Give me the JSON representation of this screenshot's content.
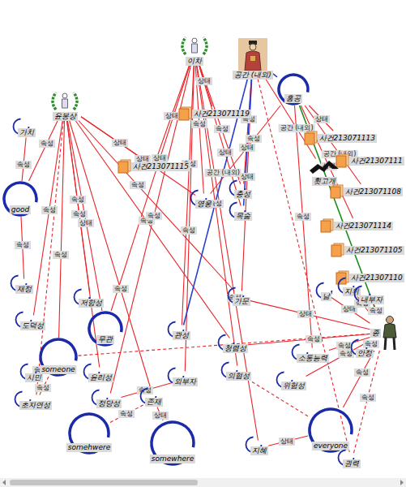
{
  "diagram": {
    "nodes": [
      {
        "text": [
          "윤봉상"
        ]
      },
      {
        "text": [
          "이차"
        ]
      },
      {
        "text": [
          "공간 (내외)"
        ]
      },
      {
        "text": [
          "홍공"
        ]
      },
      {
        "text": [
          "사건213071119"
        ]
      },
      {
        "text": [
          "사건213071115"
        ]
      },
      {
        "text": [
          "사건213071113"
        ]
      },
      {
        "text": [
          "사건21307111"
        ]
      },
      {
        "text": [
          "횟고개"
        ]
      },
      {
        "text": [
          "사건213071108"
        ]
      },
      {
        "text": [
          "사건213071114"
        ]
      },
      {
        "text": [
          "사건213071105"
        ]
      },
      {
        "text": [
          "사건21307110"
        ]
      },
      {
        "text": [
          "가치"
        ]
      },
      {
        "text": [
          "good"
        ]
      },
      {
        "text": [
          "재정"
        ]
      },
      {
        "text": [
          "도덕성"
        ]
      },
      {
        "text": [
          "저항성"
        ]
      },
      {
        "text": [
          "무관"
        ]
      },
      {
        "text": [
          "someone"
        ]
      },
      {
        "text": [
          "시민"
        ]
      },
      {
        "text": [
          "초자연성"
        ]
      },
      {
        "text": [
          "윤리성"
        ]
      },
      {
        "text": [
          "정당성"
        ]
      },
      {
        "text": [
          "somehwere"
        ]
      },
      {
        "text": [
          "somewhere"
        ]
      },
      {
        "text": [
          "외부자"
        ]
      },
      {
        "text": [
          "존재"
        ]
      },
      {
        "text": [
          "관성"
        ]
      },
      {
        "text": [
          "청렴성"
        ]
      },
      {
        "text": [
          "의협성"
        ]
      },
      {
        "text": [
          "지혜"
        ]
      },
      {
        "text": [
          "everyone"
        ]
      },
      {
        "text": [
          "권력"
        ]
      },
      {
        "text": [
          "위험성"
        ]
      },
      {
        "text": [
          "소통능력"
        ]
      },
      {
        "text": [
          "안정"
        ]
      },
      {
        "text": [
          "남"
        ]
      },
      {
        "text": [
          "지위"
        ]
      },
      {
        "text": [
          "내부자"
        ]
      },
      {
        "text": [
          "가문"
        ]
      },
      {
        "text": [
          "영웅"
        ]
      },
      {
        "text": [
          "목숨"
        ]
      },
      {
        "text": [
          "충성"
        ]
      },
      {
        "text": [
          "종"
        ]
      }
    ],
    "edges": [
      {
        "from": 0,
        "to": 14,
        "arrow": "none",
        "label": "속성"
      },
      {
        "from": 0,
        "to": 17,
        "arrow": "none",
        "label": "속성"
      },
      {
        "from": 0,
        "to": 18,
        "arrow": "none",
        "label": "상태"
      },
      {
        "from": 0,
        "to": 19,
        "arrow": "none",
        "label": "속성"
      },
      {
        "from": 0,
        "to": 22,
        "arrow": "none",
        "label": "속성"
      },
      {
        "from": 0,
        "to": 16,
        "arrow": "none",
        "label": "속성"
      },
      {
        "from": 0,
        "to": 21,
        "arrow": "none"
      },
      {
        "from": 0,
        "to": 5,
        "arrow": "none",
        "label": "상태"
      },
      {
        "from": 0,
        "to": 40,
        "arrow": "none",
        "label": "속성"
      },
      {
        "from": 0,
        "to": 29,
        "arrow": "none",
        "label": "속성"
      },
      {
        "from": 0,
        "to": 41,
        "arrow": "none",
        "label": "상태"
      },
      {
        "from": 0,
        "to": 27,
        "arrow": "none",
        "label": "속성"
      },
      {
        "from": 1,
        "to": 4,
        "arrow": "none",
        "label": "상태"
      },
      {
        "from": 1,
        "to": 41,
        "arrow": "none",
        "label": "속성"
      },
      {
        "from": 1,
        "to": 43,
        "arrow": "none",
        "label": "속성"
      },
      {
        "from": 1,
        "to": 42,
        "arrow": "none",
        "label": "상태"
      },
      {
        "from": 1,
        "to": 28,
        "arrow": "none",
        "label": "속성"
      },
      {
        "from": 1,
        "to": 30,
        "arrow": "none",
        "label": "속성"
      },
      {
        "from": 1,
        "to": 26,
        "arrow": "none",
        "label": "속성"
      },
      {
        "from": 1,
        "to": 31,
        "arrow": "none",
        "label": "속성"
      },
      {
        "from": 1,
        "to": 18,
        "arrow": "none",
        "label": "상태"
      },
      {
        "from": 1,
        "to": 23,
        "arrow": "none",
        "label": "속성"
      },
      {
        "from": 1,
        "to": 5,
        "arrow": "none",
        "label": "상태"
      },
      {
        "from": 2,
        "to": 3,
        "arrow": "none"
      },
      {
        "from": 2,
        "to": 43,
        "arrow": "none",
        "label": "속성"
      },
      {
        "from": 2,
        "to": 40,
        "arrow": "none",
        "label": "상태"
      },
      {
        "from": 2,
        "to": 42,
        "arrow": "none",
        "label": "상태"
      },
      {
        "from": 2,
        "to": 8,
        "arrow": "none",
        "label": "공간 (내외)"
      },
      {
        "from": 2,
        "to": 28,
        "arrow": "none",
        "label": "공간 (내외)"
      },
      {
        "from": 2,
        "to": 33,
        "arrow": "none"
      },
      {
        "from": 3,
        "to": 6,
        "arrow": "none",
        "label": "상태"
      },
      {
        "from": 3,
        "to": 9,
        "arrow": "none",
        "label": "공간 (내외)"
      },
      {
        "from": 3,
        "to": 41,
        "arrow": "none",
        "label": "속성"
      },
      {
        "from": 3,
        "to": 35,
        "arrow": "none",
        "label": "속성"
      },
      {
        "from": 3,
        "to": 10,
        "arrow": "none",
        "label": "상태"
      },
      {
        "from": 44,
        "to": 3,
        "arrow": "none"
      },
      {
        "from": 44,
        "to": 32,
        "arrow": "none",
        "label": "속성"
      },
      {
        "from": 44,
        "to": 36,
        "arrow": "none",
        "label": "속성"
      },
      {
        "from": 44,
        "to": 37,
        "arrow": "none",
        "label": "상태"
      },
      {
        "from": 44,
        "to": 38,
        "arrow": "none",
        "label": "속성"
      },
      {
        "from": 44,
        "to": 39,
        "arrow": "none",
        "label": "속성"
      },
      {
        "from": 44,
        "to": 33,
        "arrow": "none",
        "label": "속성"
      },
      {
        "from": 44,
        "to": 19,
        "arrow": "none"
      },
      {
        "from": 44,
        "to": 35,
        "arrow": "none",
        "label": "속성"
      },
      {
        "from": 44,
        "to": 34,
        "arrow": "none",
        "label": "속성"
      },
      {
        "from": 44,
        "to": 29,
        "arrow": "none",
        "label": "속성"
      },
      {
        "from": 44,
        "to": 40,
        "arrow": "none",
        "label": "상태"
      },
      {
        "from": 19,
        "to": 21,
        "arrow": "none",
        "label": "속성"
      },
      {
        "from": 19,
        "to": 20,
        "arrow": "none",
        "label": "속성"
      },
      {
        "from": 14,
        "to": 15,
        "arrow": "none",
        "label": "속성"
      },
      {
        "from": 32,
        "to": 31,
        "arrow": "none",
        "label": "상태"
      },
      {
        "from": 32,
        "to": 30,
        "arrow": "none"
      },
      {
        "from": 25,
        "to": 27,
        "arrow": "none",
        "label": "상태"
      },
      {
        "from": 24,
        "to": 27,
        "arrow": "none",
        "label": "속성"
      },
      {
        "from": 26,
        "to": 23,
        "arrow": "none",
        "label": "속성"
      },
      {
        "from": 13,
        "to": 14,
        "arrow": "none",
        "label": "속성"
      }
    ]
  }
}
